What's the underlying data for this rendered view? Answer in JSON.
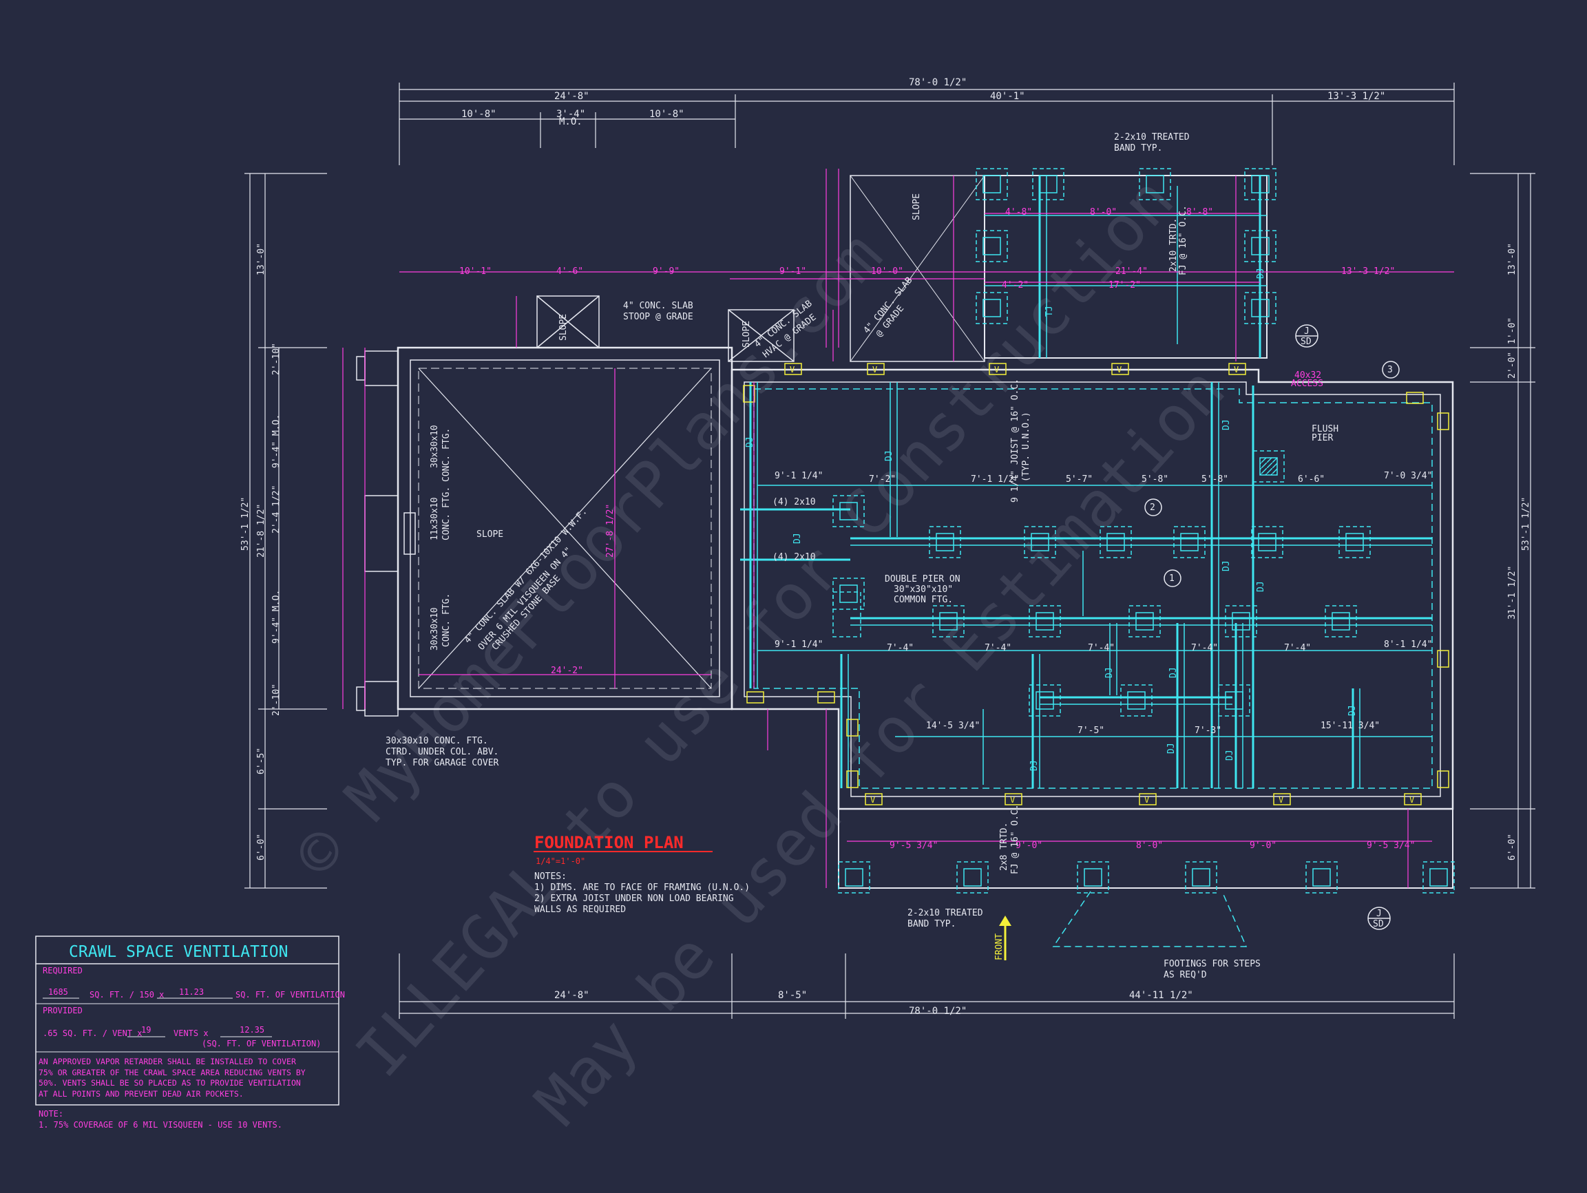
{
  "colors": {
    "background": "#262a40",
    "walls": "#e6e8f0",
    "dimension": "#ff3fe0",
    "framing": "#3fe6f0",
    "vent": "#f4f03a",
    "title": "#ff2a2a"
  },
  "title": {
    "name": "FOUNDATION PLAN",
    "scale": "1/4\"=1'-0\""
  },
  "notes": {
    "heading": "NOTES:",
    "items": [
      "1)  DIMS. ARE TO FACE OF FRAMING (U.N.O.)",
      "2)  EXTRA JOIST UNDER NON LOAD BEARING",
      "     WALLS AS REQUIRED"
    ]
  },
  "ventilation": {
    "title": "CRAWL SPACE VENTILATION",
    "required_label": "REQUIRED",
    "required_area": "1685",
    "required_text1": "SQ. FT. / 150 x",
    "required_result": "11.23",
    "required_text2": "SQ. FT. OF VENTILATION",
    "provided_label": "PROVIDED",
    "provided_text1": ".65 SQ. FT. / VENT x",
    "provided_count": "19",
    "provided_text2": "VENTS x",
    "provided_result": "12.35",
    "provided_text3": "(SQ. FT. OF VENTILATION)",
    "requirement_lines": [
      "AN APPROVED VAPOR RETARDER SHALL BE INSTALLED TO COVER",
      "75% OR GREATER OF THE CRAWL SPACE AREA REDUCING VENTS BY",
      "50%. VENTS SHALL BE SO PLACED AS TO PROVIDE VENTILATION",
      "AT ALL POINTS AND PREVENT DEAD AIR POCKETS."
    ],
    "note_heading": "NOTE:",
    "note_text": "1.  75% COVERAGE OF 6 MIL VISQUEEN - USE 10 VENTS."
  },
  "dimensions": {
    "overall": "78'-0 1/2\"",
    "top_left": "24'-8\"",
    "top_mid": "40'-1\"",
    "top_right": "13'-3 1/2\"",
    "garage_left": "10'-8\"",
    "garage_door": "3'-4\"",
    "garage_door_note": "M.O.",
    "garage_right": "10'-8\"",
    "upper_1": "10'-1\"",
    "upper_2": "4'-6\"",
    "upper_3": "9'-9\"",
    "upper_4": "9'-1\"",
    "upper_5": "10'-0\"",
    "upper_6": "21'-4\"",
    "upper_7": "13'-3 1/2\"",
    "porch_1": "4'-8\"",
    "porch_2": "8'-0\"",
    "porch_3": "8'-8\"",
    "porch_4": "4'-2\"",
    "porch_5": "17'-2\"",
    "left_overall": "53'-1 1/2\"",
    "left_top": "13'-0\"",
    "left_mid": "21'-8 1/2\"",
    "left_lower": "6'-5\"",
    "left_bottom": "6'-0\"",
    "left_a": "2'-10\"",
    "left_b": "9'-4\" M.O.",
    "left_c": "2'-4 1/2\"",
    "left_d": "9'-4\" M.O.",
    "left_e": "2'-10\"",
    "right_overall": "53'-1 1/2\"",
    "right_top": "13'-0\"",
    "right_a": "1'-0\"",
    "right_b": "2'-0\"",
    "right_mid": "31'-1 1/2\"",
    "right_bottom": "6'-0\"",
    "bottom_left": "24'-8\"",
    "bottom_mid": "8'-5\"",
    "bottom_right": "44'-11 1/2\"",
    "bottom_overall": "78'-0 1/2\"",
    "garage_width": "24'-2\"",
    "garage_depth": "27'-8 1/2\"",
    "pier_spacing_1": "9'-5 3/4\"",
    "pier_spacing_2": "9'-0\"",
    "pier_spacing_3": "8'-0\"",
    "pier_spacing_4": "9'-0\"",
    "pier_spacing_5": "9'-5 3/4\"",
    "row1_a": "9'-1 1/4\"",
    "row1_b": "7'-2\"",
    "row1_c": "7'-1 1/2\"",
    "row1_d": "5'-7\"",
    "row1_e": "5'-8\"",
    "row1_f": "5'-8\"",
    "row1_g": "6'-6\"",
    "row1_h": "7'-0 3/4\"",
    "row2_a": "9'-1 1/4\"",
    "row2_b": "7'-4\"",
    "row2_c": "7'-4\"",
    "row2_d": "7'-4\"",
    "row2_e": "7'-4\"",
    "row2_f": "7'-4\"",
    "row2_g": "8'-1 1/4\"",
    "row3_a": "14'-5 3/4\"",
    "row3_b": "7'-5\"",
    "row3_c": "7'-3\"",
    "row3_d": "15'-11 3/4\""
  },
  "labels": {
    "band_top": "2-2x10 TREATED",
    "band_top2": "BAND TYP.",
    "band_bottom": "2-2x10 TREATED",
    "band_bottom2": "BAND TYP.",
    "stoop1": "4\" CONC. SLAB",
    "stoop1b": "STOOP @ GRADE",
    "hvac": "4\" CONC. SLAB",
    "hvacb": "HVAC @ GRADE",
    "porch_slab": "4\" CONC. SLAB",
    "porch_slabb": "@ GRADE",
    "slope": "SLOPE",
    "garage_slab1": "4\" CONC. SLAB W/ 6X6-10X10 W.W.F.",
    "garage_slab2": "OVER 6 MIL VISQUEEN ON 4\"",
    "garage_slab3": "CRUSHED STONE BASE",
    "ftg1": "30x30x10",
    "ftg1b": "CONC. FTG.",
    "ftg2": "11x30x10",
    "ftg2b": "CONC. FTG.",
    "ftg3": "30x30x10",
    "ftg3b": "CONC. FTG.",
    "col_ftg1": "30x30x10 CONC. FTG.",
    "col_ftg2": "CTRD. UNDER COL. ABV.",
    "col_ftg3": "TYP. FOR GARAGE COVER",
    "access1": "40x32",
    "access2": "ACCESS",
    "flush1": "FLUSH",
    "flush2": "PIER",
    "double1": "DOUBLE PIER ON",
    "double2": "30\"x30\"x10\"",
    "double3": "COMMON FTG.",
    "joist1": "9 1/4\" JOIST @ 16\" O.C.",
    "joist2": "(TYP. U.N.O.)",
    "trtd1": "2x10 TRTD.",
    "trtd2": "FJ @ 16\" O.C.",
    "trtd3": "2x8 TRTD.",
    "trtd4": "FJ @ 16\" O.C.",
    "steps1": "FOOTINGS FOR STEPS",
    "steps2": "AS REQ'D",
    "front": "FRONT",
    "dj": "DJ",
    "tj": "TJ",
    "x2x10a": "(4) 2x10",
    "x2x10b": "(4) 2x10",
    "vent": "V",
    "tag_1": "1",
    "tag_2": "2",
    "tag_3": "3",
    "detail_j": "J",
    "detail_sd": "SD"
  },
  "watermark": {
    "line1": "© MyHomeFloorPlans.com",
    "line2": "ILLEGAL to use for Construction",
    "line3": "May be used for Estimation"
  }
}
